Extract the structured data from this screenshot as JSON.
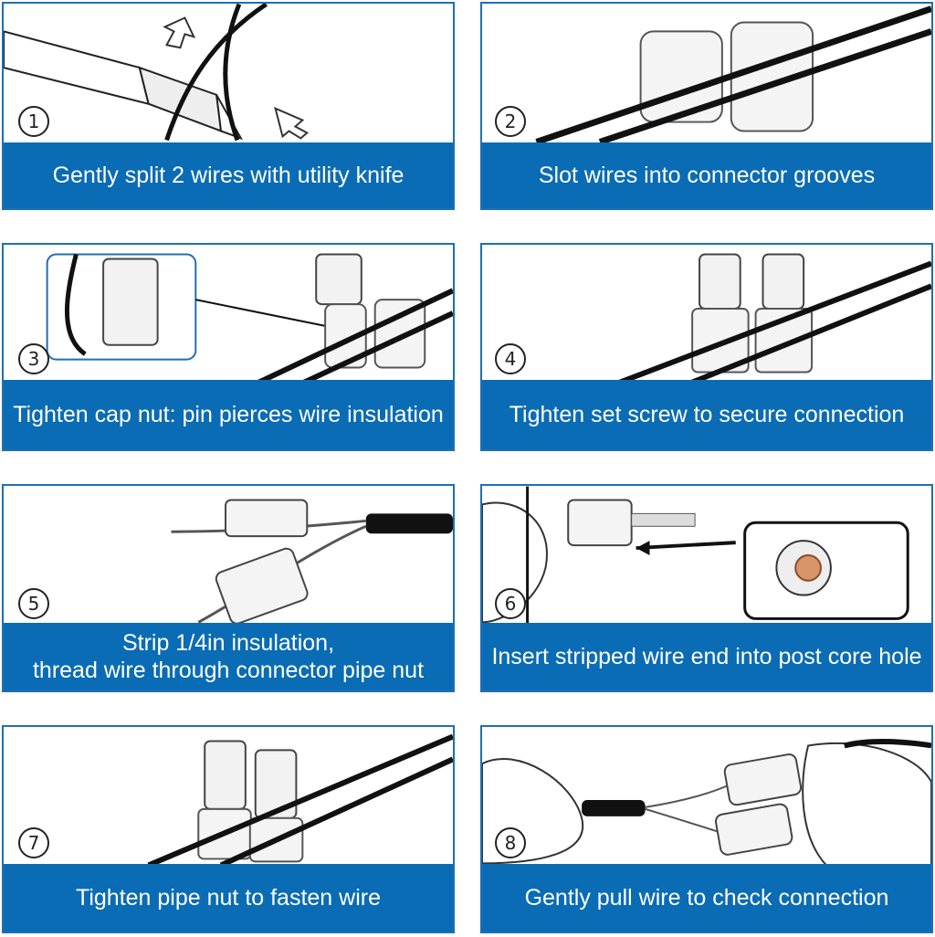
{
  "steps": [
    {
      "number": "1",
      "caption": "Gently split 2 wires with utility knife"
    },
    {
      "number": "2",
      "caption": "Slot wires into connector grooves"
    },
    {
      "number": "3",
      "caption": "Tighten cap nut: pin pierces wire insulation"
    },
    {
      "number": "4",
      "caption": "Tighten set screw to secure connection"
    },
    {
      "number": "5",
      "caption_line1": "Strip 1/4in insulation,",
      "caption_line2": "thread wire through connector pipe nut"
    },
    {
      "number": "6",
      "caption": "Insert stripped wire end into post core hole"
    },
    {
      "number": "7",
      "caption": "Tighten pipe nut to fasten wire"
    },
    {
      "number": "8",
      "caption": "Gently pull wire to check connection"
    }
  ],
  "colors": {
    "caption_bg": "#0a6cb4",
    "border": "#1f6fb4",
    "caption_text": "#ffffff"
  }
}
